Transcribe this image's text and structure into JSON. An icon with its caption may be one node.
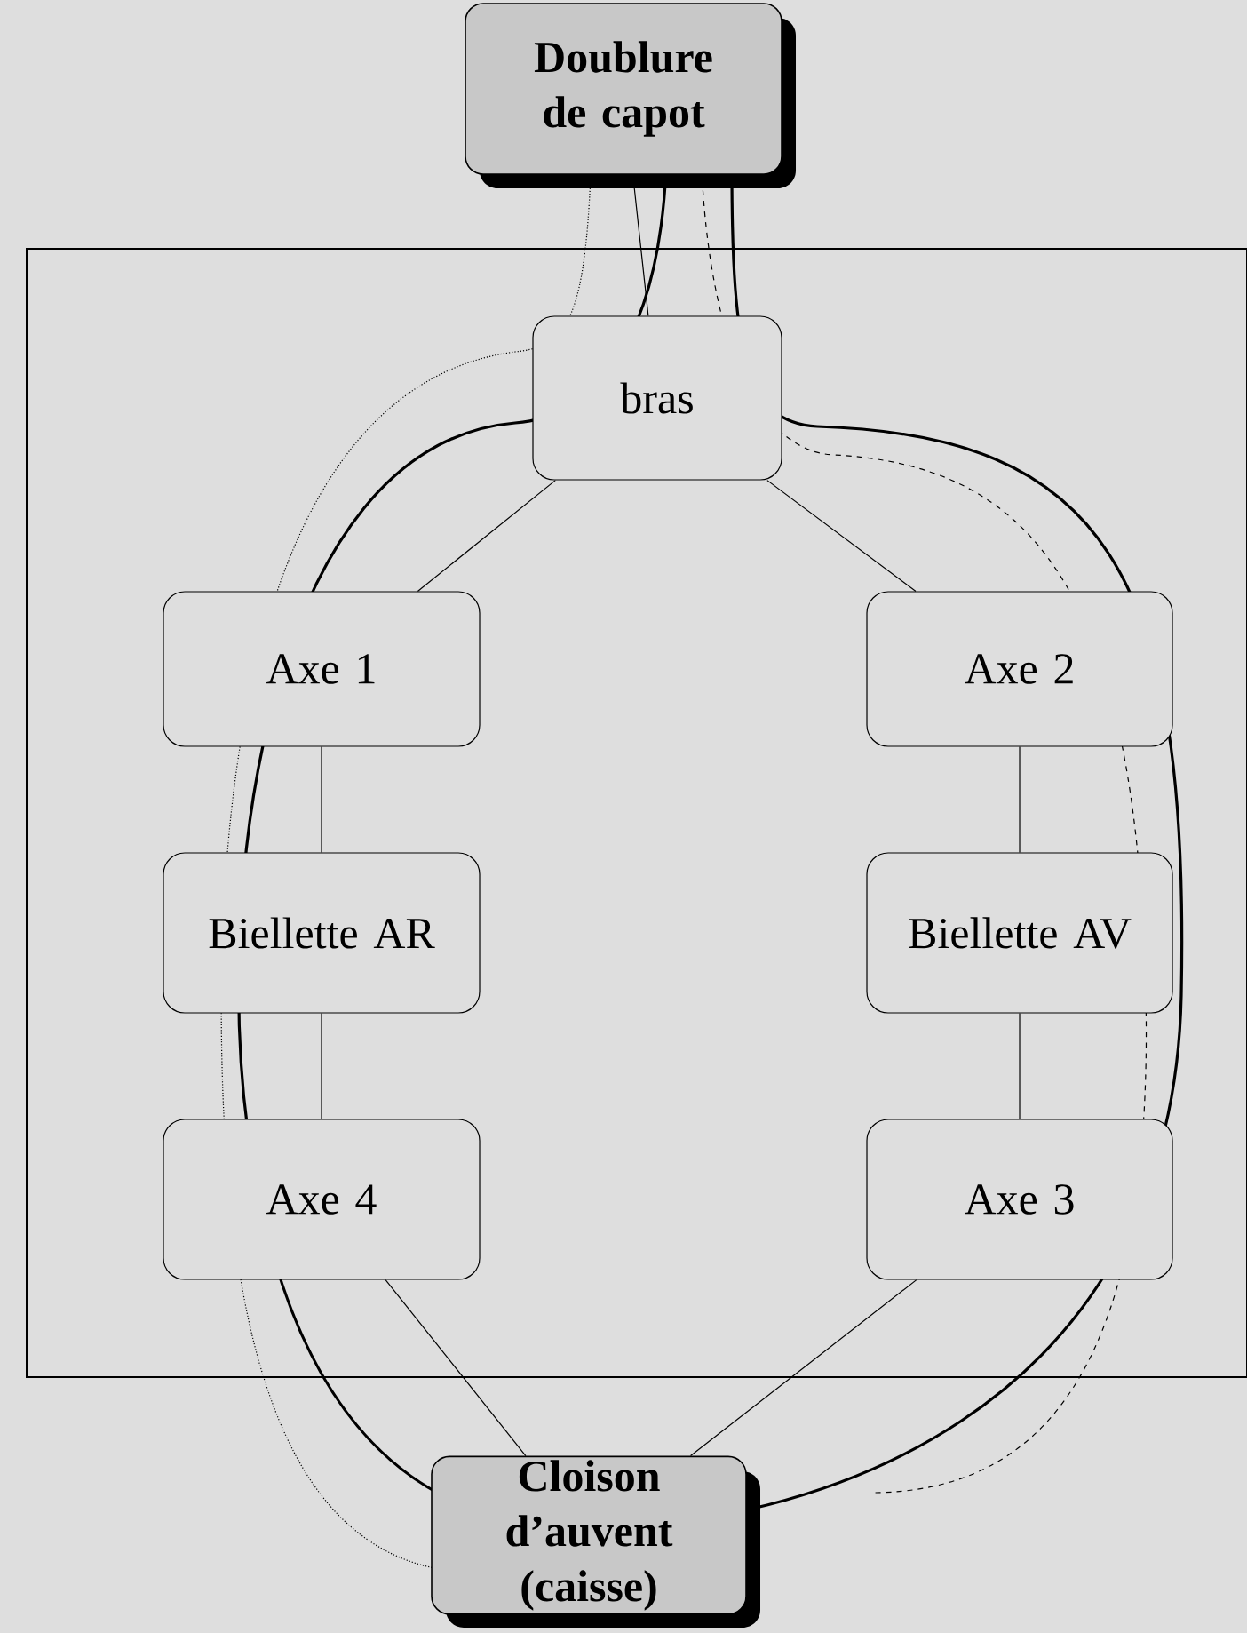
{
  "diagram": {
    "nodes": [
      {
        "text": [
          "Doublure de capot"
        ]
      },
      {
        "text": [
          "bras"
        ]
      },
      {
        "text": [
          "Axe 1"
        ]
      },
      {
        "text": [
          "Axe 2"
        ]
      },
      {
        "text": [
          "Biellette AR"
        ]
      },
      {
        "text": [
          "Biellette AV"
        ]
      },
      {
        "text": [
          "Axe 4"
        ]
      },
      {
        "text": [
          "Axe 3"
        ]
      },
      {
        "text": [
          "Cloison d’auvent (caisse)"
        ]
      }
    ],
    "edges": [
      {
        "from": 0,
        "to": 1,
        "arrow": "none"
      },
      {
        "from": 1,
        "to": 2,
        "arrow": "none"
      },
      {
        "from": 1,
        "to": 3,
        "arrow": "none"
      },
      {
        "from": 2,
        "to": 4,
        "arrow": "none"
      },
      {
        "from": 3,
        "to": 5,
        "arrow": "none"
      },
      {
        "from": 4,
        "to": 6,
        "arrow": "none"
      },
      {
        "from": 5,
        "to": 7,
        "arrow": "none"
      },
      {
        "from": 6,
        "to": 8,
        "arrow": "none"
      },
      {
        "from": 7,
        "to": 8,
        "arrow": "none"
      }
    ]
  }
}
